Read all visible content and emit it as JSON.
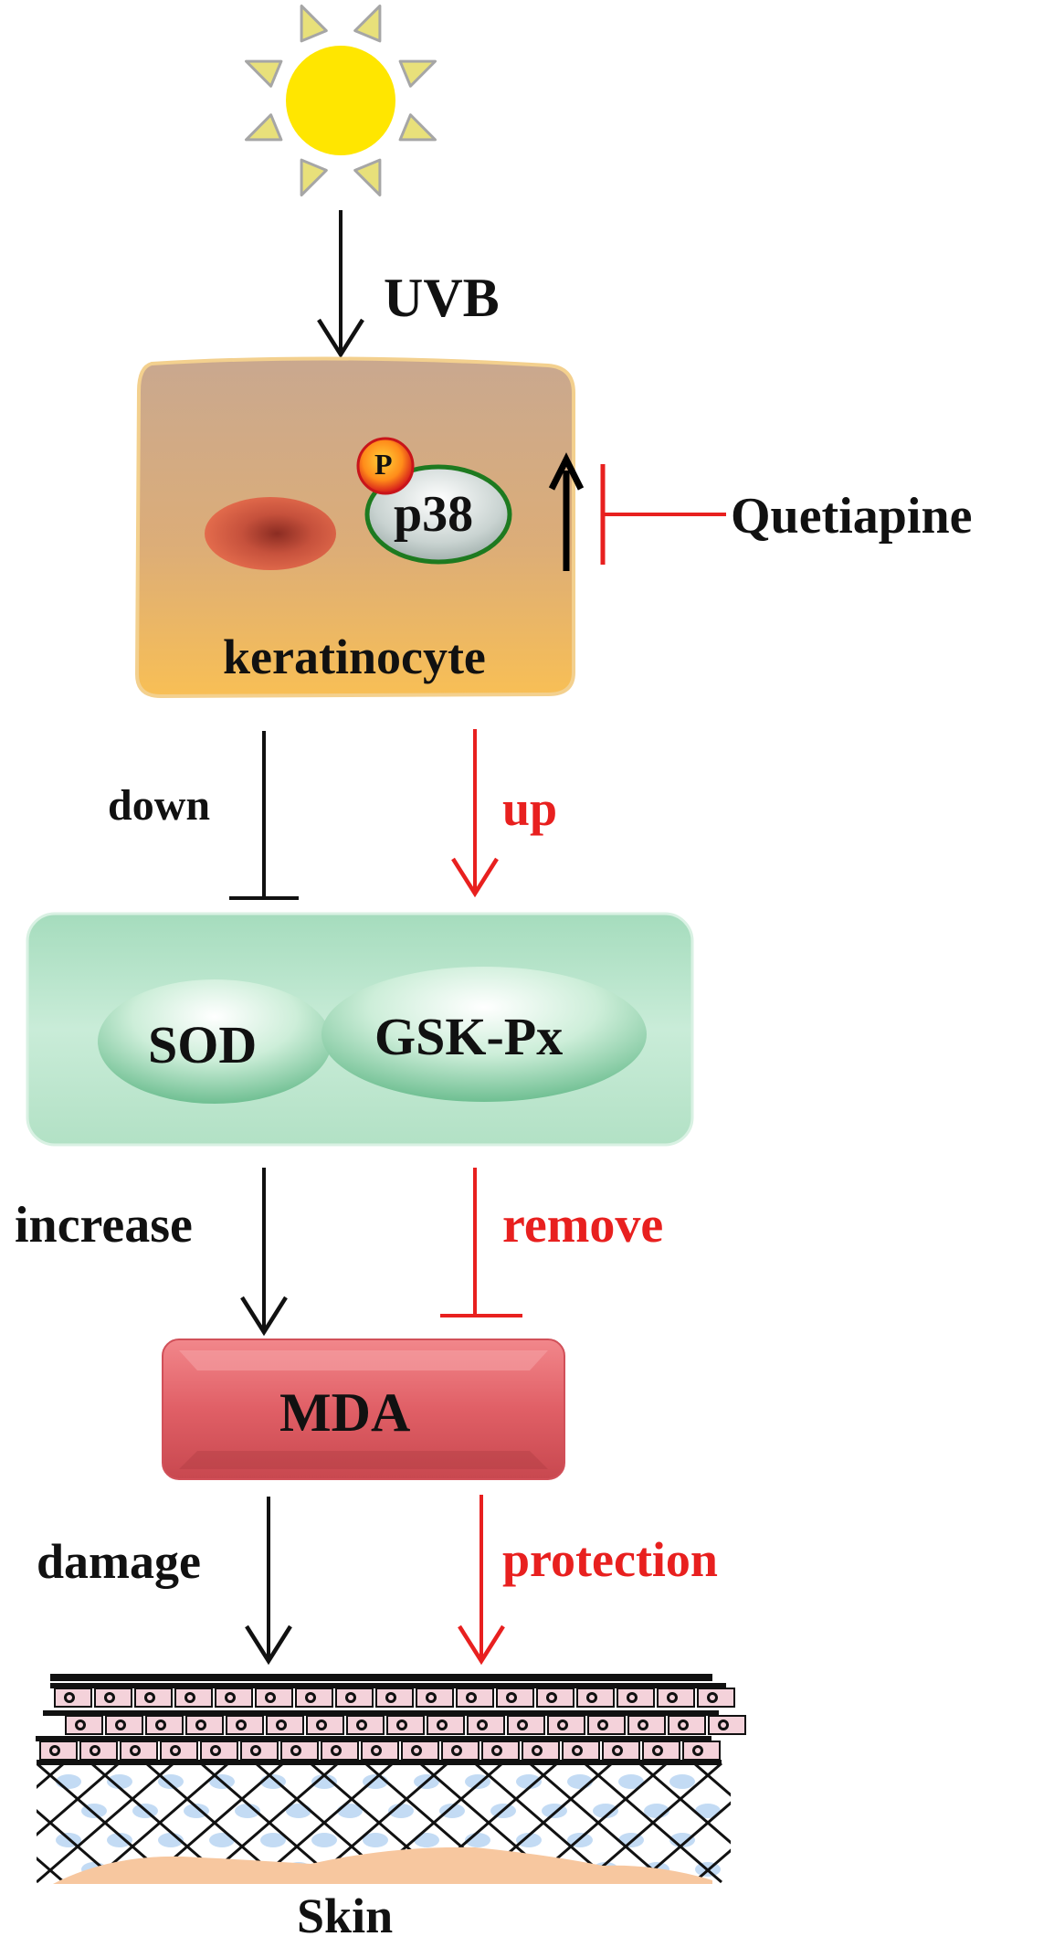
{
  "labels": {
    "uvb": "UVB",
    "phospho": "P",
    "p38": "p38",
    "quetiapine": "Quetiapine",
    "keratinocyte": "keratinocyte",
    "down": "down",
    "up": "up",
    "sod": "SOD",
    "gskpx": "GSK-Px",
    "increase": "increase",
    "remove": "remove",
    "mda": "MDA",
    "damage": "damage",
    "protection": "protection",
    "skin": "Skin"
  },
  "colors": {
    "black": "#111111",
    "red": "#e8201f",
    "sun": "#ffe600",
    "ray": "#e8e07a",
    "cell_top": "#cba58a",
    "cell_bottom": "#f6be57",
    "box_green": "#bfe8cf",
    "mda": "#e05f66",
    "skin_base": "#f7c79f"
  },
  "icons": {
    "sun": "sun-icon",
    "nucleus": "nucleus-icon",
    "skin": "skin-layers-icon"
  }
}
